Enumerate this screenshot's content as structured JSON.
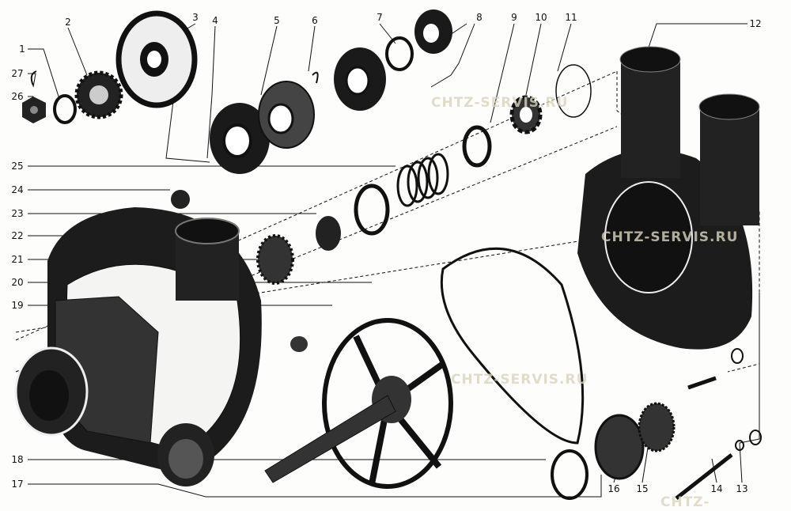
{
  "diagram": {
    "type": "exploded-parts-view",
    "watermark": "CHTZ-SERVIS.RU",
    "labels": {
      "p1": "1",
      "p2": "2",
      "p3": "3",
      "p4": "4",
      "p5": "5",
      "p6": "6",
      "p7": "7",
      "p8": "8",
      "p9": "9",
      "p10": "10",
      "p11": "11",
      "p12": "12",
      "p13": "13",
      "p14": "14",
      "p15": "15",
      "p16": "16",
      "p17": "17",
      "p18": "18",
      "p19": "19",
      "p20": "20",
      "p21": "21",
      "p22": "22",
      "p23": "23",
      "p24": "24",
      "p25": "25",
      "p26": "26",
      "p27": "27"
    }
  }
}
